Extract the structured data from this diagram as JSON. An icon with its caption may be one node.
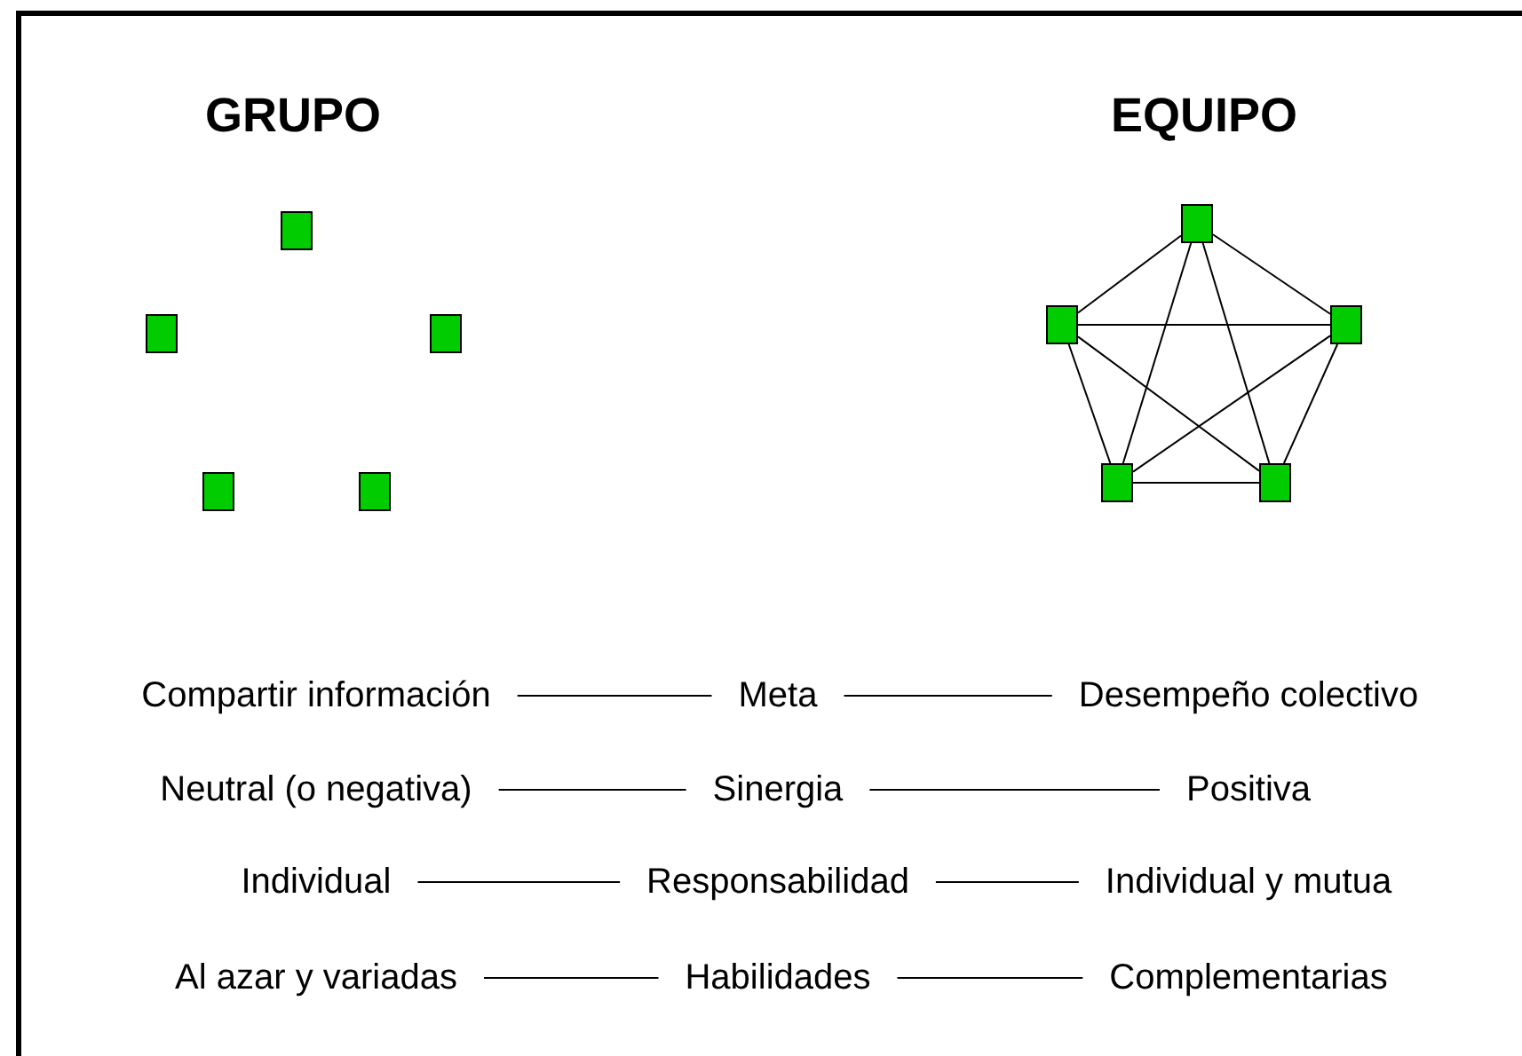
{
  "diagram": {
    "nodes": [
      {
        "text": [],
        "shape": "box"
      },
      {
        "text": [],
        "shape": "box"
      },
      {
        "text": [],
        "shape": "box"
      },
      {
        "text": [],
        "shape": "box"
      },
      {
        "text": [],
        "shape": "box"
      },
      {
        "text": [],
        "shape": "box"
      },
      {
        "text": [],
        "shape": "box"
      },
      {
        "text": [],
        "shape": "box"
      },
      {
        "text": [],
        "shape": "box"
      },
      {
        "text": [],
        "shape": "box"
      },
      {
        "text": [
          "Compartir información"
        ]
      },
      {
        "text": [
          "Meta"
        ]
      },
      {
        "text": [
          "Desempeño colectivo"
        ]
      },
      {
        "text": [
          "Neutral (o negativa)"
        ]
      },
      {
        "text": [
          "Sinergia"
        ]
      },
      {
        "text": [
          "Positiva"
        ]
      },
      {
        "text": [
          "Individual"
        ]
      },
      {
        "text": [
          "Responsabilidad"
        ]
      },
      {
        "text": [
          "Individual y mutua"
        ]
      },
      {
        "text": [
          "Al azar y variadas"
        ]
      },
      {
        "text": [
          "Habilidades"
        ]
      },
      {
        "text": [
          "Complementarias"
        ]
      }
    ],
    "edges": [
      {
        "from": 5,
        "to": 6,
        "arrow": "none"
      },
      {
        "from": 5,
        "to": 7,
        "arrow": "none"
      },
      {
        "from": 5,
        "to": 8,
        "arrow": "none"
      },
      {
        "from": 5,
        "to": 9,
        "arrow": "none"
      },
      {
        "from": 6,
        "to": 7,
        "arrow": "none"
      },
      {
        "from": 6,
        "to": 8,
        "arrow": "none"
      },
      {
        "from": 6,
        "to": 9,
        "arrow": "none"
      },
      {
        "from": 7,
        "to": 8,
        "arrow": "none"
      },
      {
        "from": 7,
        "to": 9,
        "arrow": "none"
      },
      {
        "from": 8,
        "to": 9,
        "arrow": "none"
      },
      {
        "from": 10,
        "to": 11,
        "arrow": "none"
      },
      {
        "from": 11,
        "to": 12,
        "arrow": "none"
      },
      {
        "from": 13,
        "to": 14,
        "arrow": "none"
      },
      {
        "from": 14,
        "to": 15,
        "arrow": "none"
      },
      {
        "from": 16,
        "to": 17,
        "arrow": "none"
      },
      {
        "from": 17,
        "to": 18,
        "arrow": "none"
      },
      {
        "from": 19,
        "to": 20,
        "arrow": "none"
      },
      {
        "from": 20,
        "to": 21,
        "arrow": "none"
      }
    ],
    "labels": [
      "GRUPO",
      "EQUIPO"
    ]
  }
}
